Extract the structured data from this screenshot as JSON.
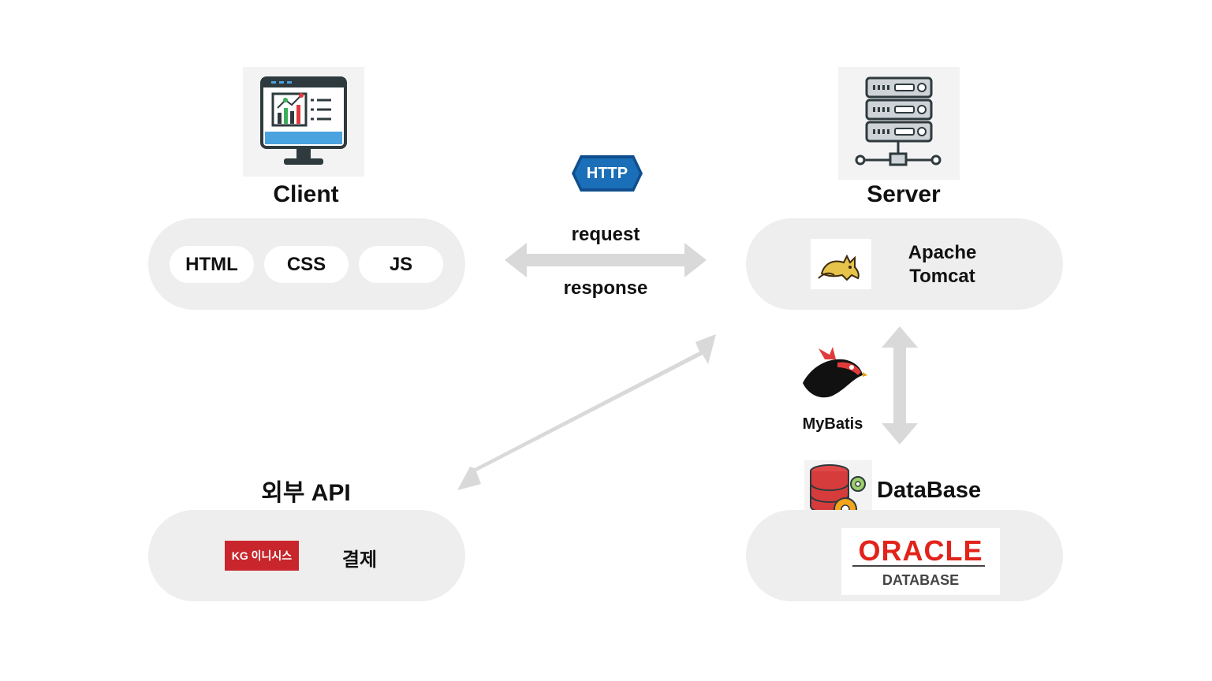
{
  "client": {
    "title": "Client",
    "tech": [
      "HTML",
      "CSS",
      "JS"
    ]
  },
  "server": {
    "title": "Server",
    "container_label_line1": "Apache",
    "container_label_line2": "Tomcat"
  },
  "http": {
    "badge": "HTTP",
    "request": "request",
    "response": "response"
  },
  "external_api": {
    "title": "외부 API",
    "provider_logo_text": "KG 이니시스",
    "label": "결제"
  },
  "mapper": {
    "label": "MyBatis"
  },
  "database": {
    "title": "DataBase",
    "vendor_logo": "ORACLE",
    "vendor_logo_sub": "DATABASE"
  },
  "colors": {
    "panel": "#efeeee",
    "arrow": "#d9d9d9",
    "http_badge": "#1b6fb8",
    "kg_red": "#c8262c",
    "oracle_red": "#e2231a"
  },
  "icons": [
    "monitor-chart-icon",
    "server-rack-icon",
    "http-badge-icon",
    "tomcat-logo-icon",
    "mybatis-bird-icon",
    "database-gear-icon",
    "oracle-logo",
    "kg-inicis-logo"
  ]
}
